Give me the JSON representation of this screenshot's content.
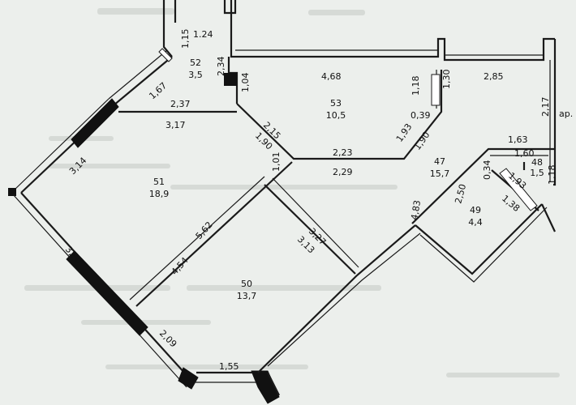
{
  "plan": {
    "rooms": [
      {
        "id": "52",
        "number": "52",
        "area": "3,5"
      },
      {
        "id": "53",
        "number": "53",
        "area": "10,5"
      },
      {
        "id": "51",
        "number": "51",
        "area": "18,9"
      },
      {
        "id": "47",
        "number": "47",
        "area": "15,7"
      },
      {
        "id": "48",
        "number": "48",
        "area": "1,5"
      },
      {
        "id": "49",
        "number": "49",
        "area": "4,4"
      },
      {
        "id": "50",
        "number": "50",
        "area": "13,7"
      }
    ],
    "dims": {
      "d124": "1.24",
      "d115": "1,15",
      "d234": "2,34",
      "d167": "1,67",
      "d104": "1,04",
      "d468": "4,68",
      "d118a": "1,18",
      "d130": "1,30",
      "d285": "2,85",
      "d237": "2,37",
      "d317": "3,17",
      "d039": "0,39",
      "d217": "2,17",
      "d215": "2,15",
      "d190a": "1,90",
      "d193": "1,93",
      "d190b": "1,90",
      "d223": "2,23",
      "d229": "2,29",
      "d163": "1,63",
      "d160": "1,60",
      "d314": "3,14",
      "d101": "1,01",
      "d034": "0,34",
      "d193b": "1,93",
      "d118b": "1,18",
      "d250": "2,50",
      "d138": "1,38",
      "d483": "4,83",
      "d562": "5,62",
      "d327": "3,27",
      "d313": "3,13",
      "d454": "4,54",
      "d390": "3,90",
      "d209": "2,09",
      "d155": "1,55",
      "ap": "ap."
    }
  }
}
